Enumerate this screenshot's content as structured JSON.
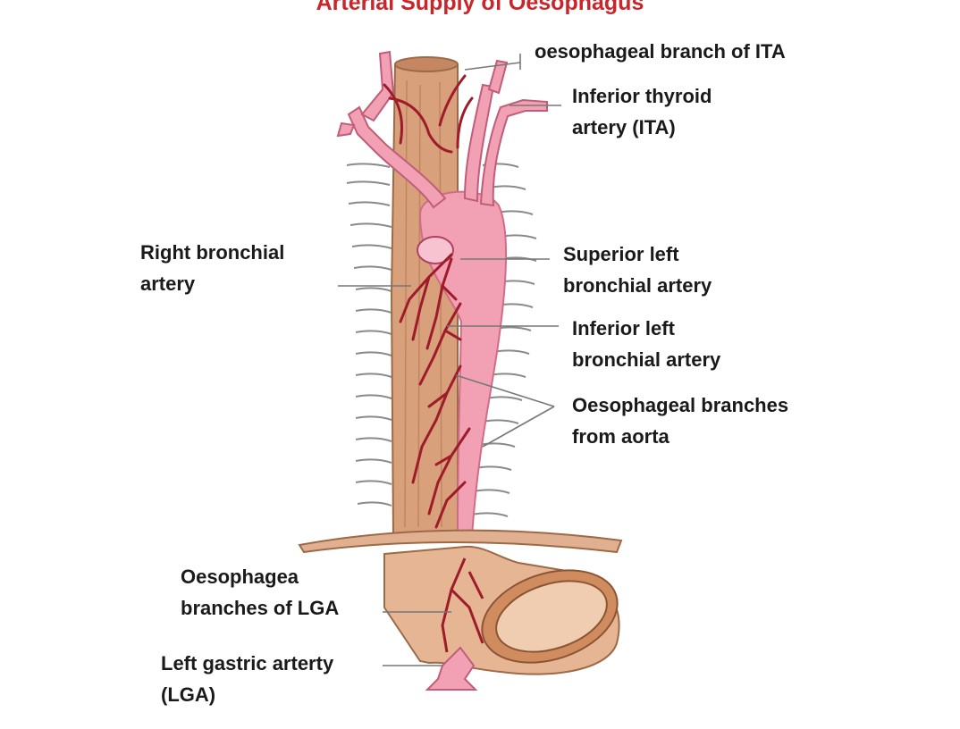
{
  "title": "Arterial Supply of Oesophagus",
  "labels": {
    "oesophageal_branch_ita": [
      "oesophageal branch of ITA"
    ],
    "inferior_thyroid_artery": [
      "Inferior thyroid",
      "artery (ITA)"
    ],
    "right_bronchial_artery": [
      "Right bronchial",
      "artery"
    ],
    "superior_left_bronchial": [
      "Superior left",
      "bronchial artery"
    ],
    "inferior_left_bronchial": [
      "Inferior left",
      "bronchial artery"
    ],
    "oesophageal_branches_aorta": [
      "Oesophageal branches",
      "from aorta"
    ],
    "oesophageal_branches_lga": [
      "Oesophagea",
      "branches of LGA"
    ],
    "left_gastric_artery": [
      "Left gastric arterty",
      "(LGA)"
    ]
  },
  "colors": {
    "title": "#c8262b",
    "oesophagus": "#d9a07c",
    "oesophagus_dark": "#b7784f",
    "aorta": "#f2a1b4",
    "artery_red": "#9e1b2a",
    "leader_line": "#777777"
  }
}
